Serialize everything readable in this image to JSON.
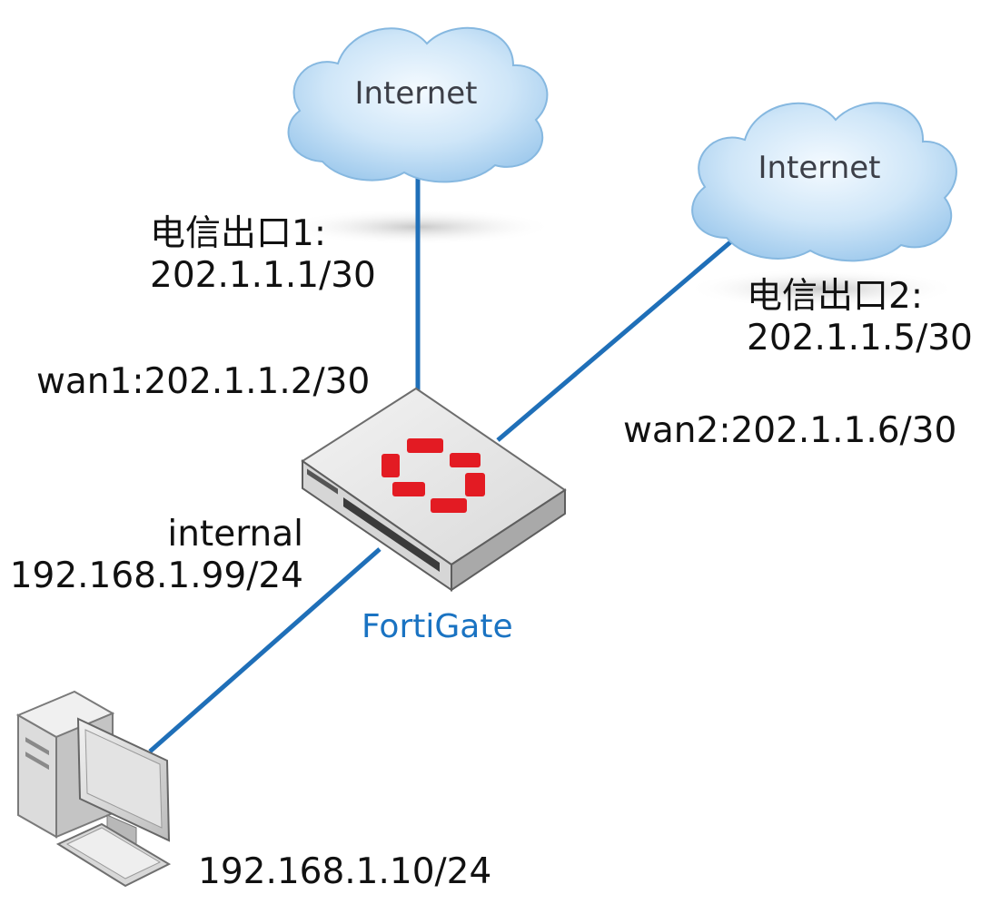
{
  "colors": {
    "link": "#1f6fb8",
    "brand_text": "#1a73c2",
    "logo_red": "#e31b23",
    "cloud_fill": "#cfe6f8",
    "cloud_edge": "#7fb2dd"
  },
  "icons": {
    "cloud_1": "cloud-icon",
    "cloud_2": "cloud-icon",
    "firewall": "firewall-device-icon",
    "pc": "desktop-computer-icon"
  },
  "cloud_1": {
    "label": "Internet"
  },
  "cloud_2": {
    "label": "Internet"
  },
  "isp_1": {
    "name": "电信出口1:",
    "ip": "202.1.1.1/30"
  },
  "isp_2": {
    "name": "电信出口2:",
    "ip": "202.1.1.5/30"
  },
  "wan1": {
    "label": "wan1:202.1.1.2/30"
  },
  "wan2": {
    "label": "wan2:202.1.1.6/30"
  },
  "internal": {
    "name": "internal",
    "ip": "192.168.1.99/24"
  },
  "device": {
    "name": "FortiGate"
  },
  "pc": {
    "ip": "192.168.1.10/24"
  }
}
